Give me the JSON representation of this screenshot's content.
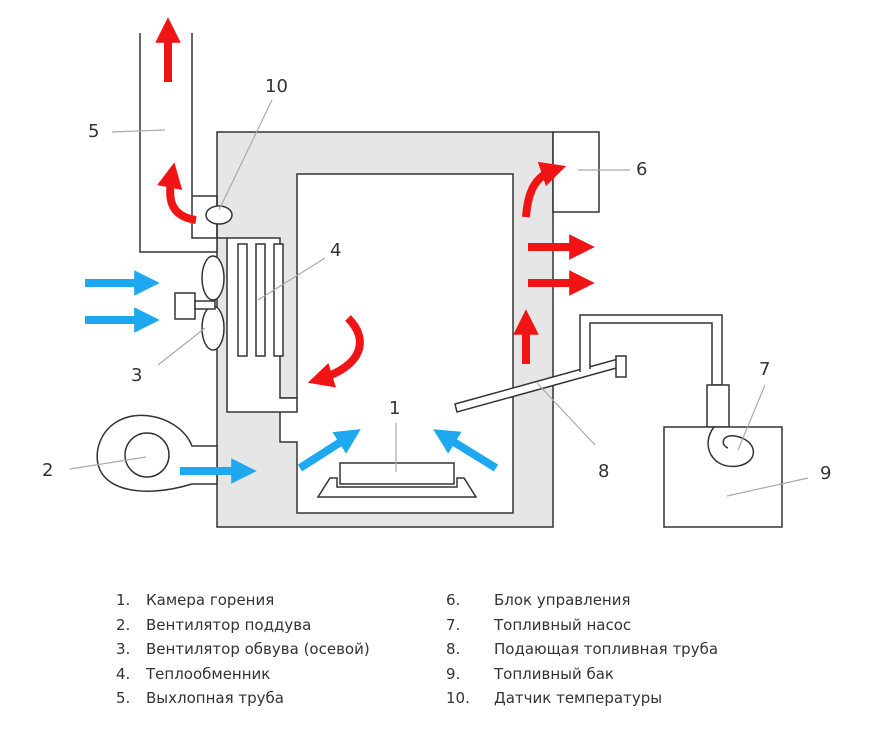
{
  "colors": {
    "hot_air": "#f01414",
    "cold_air": "#1ea8f0",
    "body_fill": "#e6e6e6",
    "outline": "#333333",
    "leader": "#aaaaaa"
  },
  "callouts": {
    "c1": "1",
    "c2": "2",
    "c3": "3",
    "c4": "4",
    "c5": "5",
    "c6": "6",
    "c7": "7",
    "c8": "8",
    "c9": "9",
    "c10": "10"
  },
  "legend": {
    "left": [
      {
        "num": "1.",
        "text": "Камера горения"
      },
      {
        "num": "2.",
        "text": "Вентилятор поддува"
      },
      {
        "num": "3.",
        "text": "Вентилятор обвува (осевой)"
      },
      {
        "num": "4.",
        "text": "Теплообменник"
      },
      {
        "num": "5.",
        "text": "Выхлопная труба"
      }
    ],
    "right": [
      {
        "num": "6.",
        "text": "Блок управления"
      },
      {
        "num": "7.",
        "text": "Топливный насос"
      },
      {
        "num": "8.",
        "text": "Подающая топливная труба"
      },
      {
        "num": "9.",
        "text": "Топливный бак"
      },
      {
        "num": "10.",
        "text": "Датчик температуры"
      }
    ]
  }
}
